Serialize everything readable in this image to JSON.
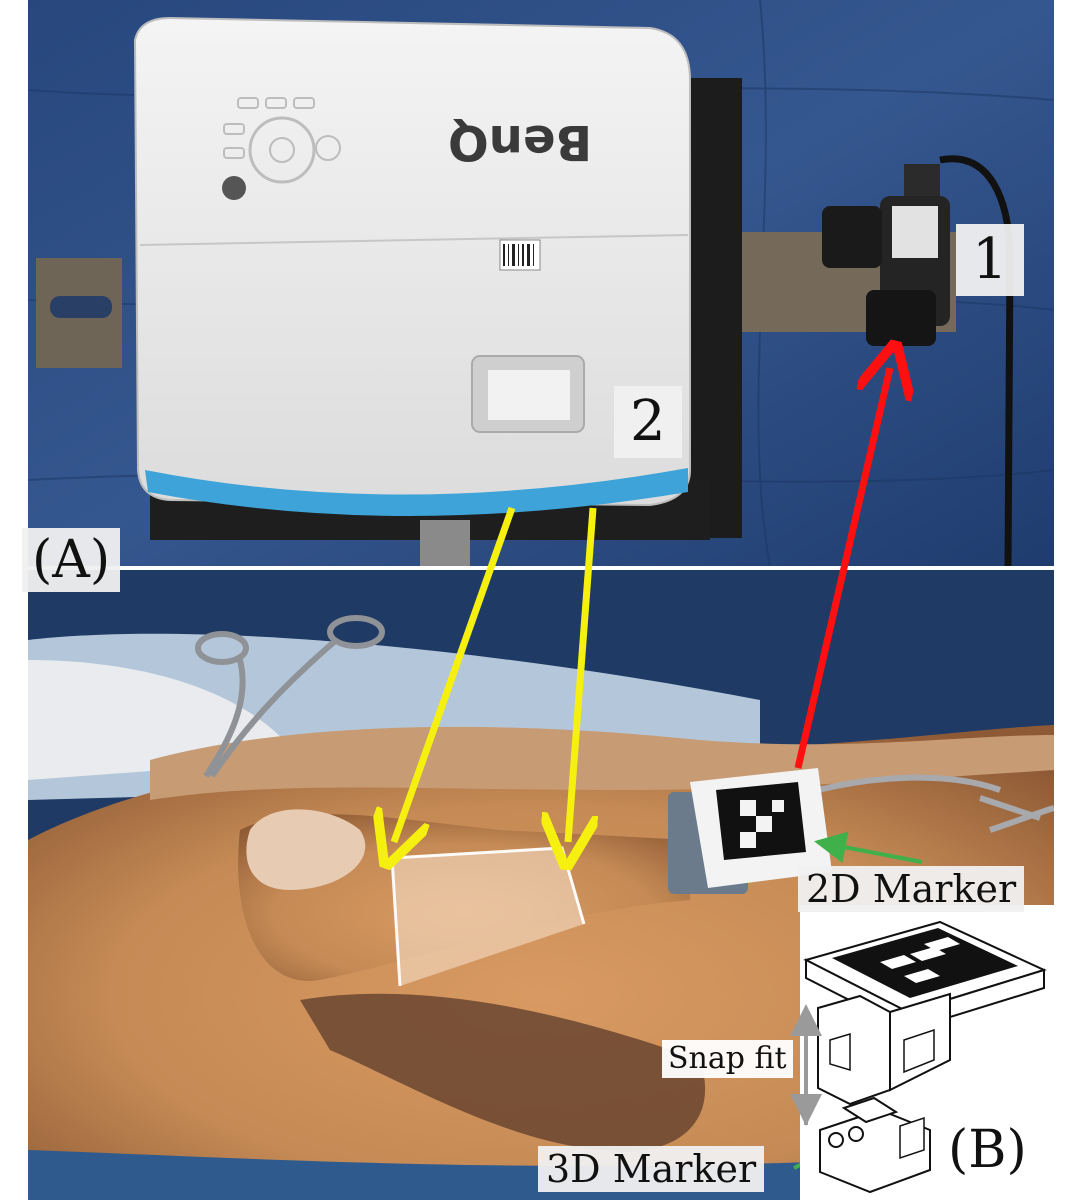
{
  "panels": {
    "a": "(A)",
    "b": "(B)"
  },
  "callouts": {
    "camera": "1",
    "projector": "2"
  },
  "markers": {
    "marker_2d": "2D Marker",
    "marker_3d": "3D Marker",
    "snap_fit": "Snap fit"
  },
  "projector_brand": "BenQ",
  "colors": {
    "projection_arrows": "#f5f010",
    "camera_arrow": "#ff1010",
    "marker_arrows": "#3fb04a",
    "drape": "#2d4f8a",
    "tissue": "#c58a55",
    "bone": "#e7cbb3"
  }
}
